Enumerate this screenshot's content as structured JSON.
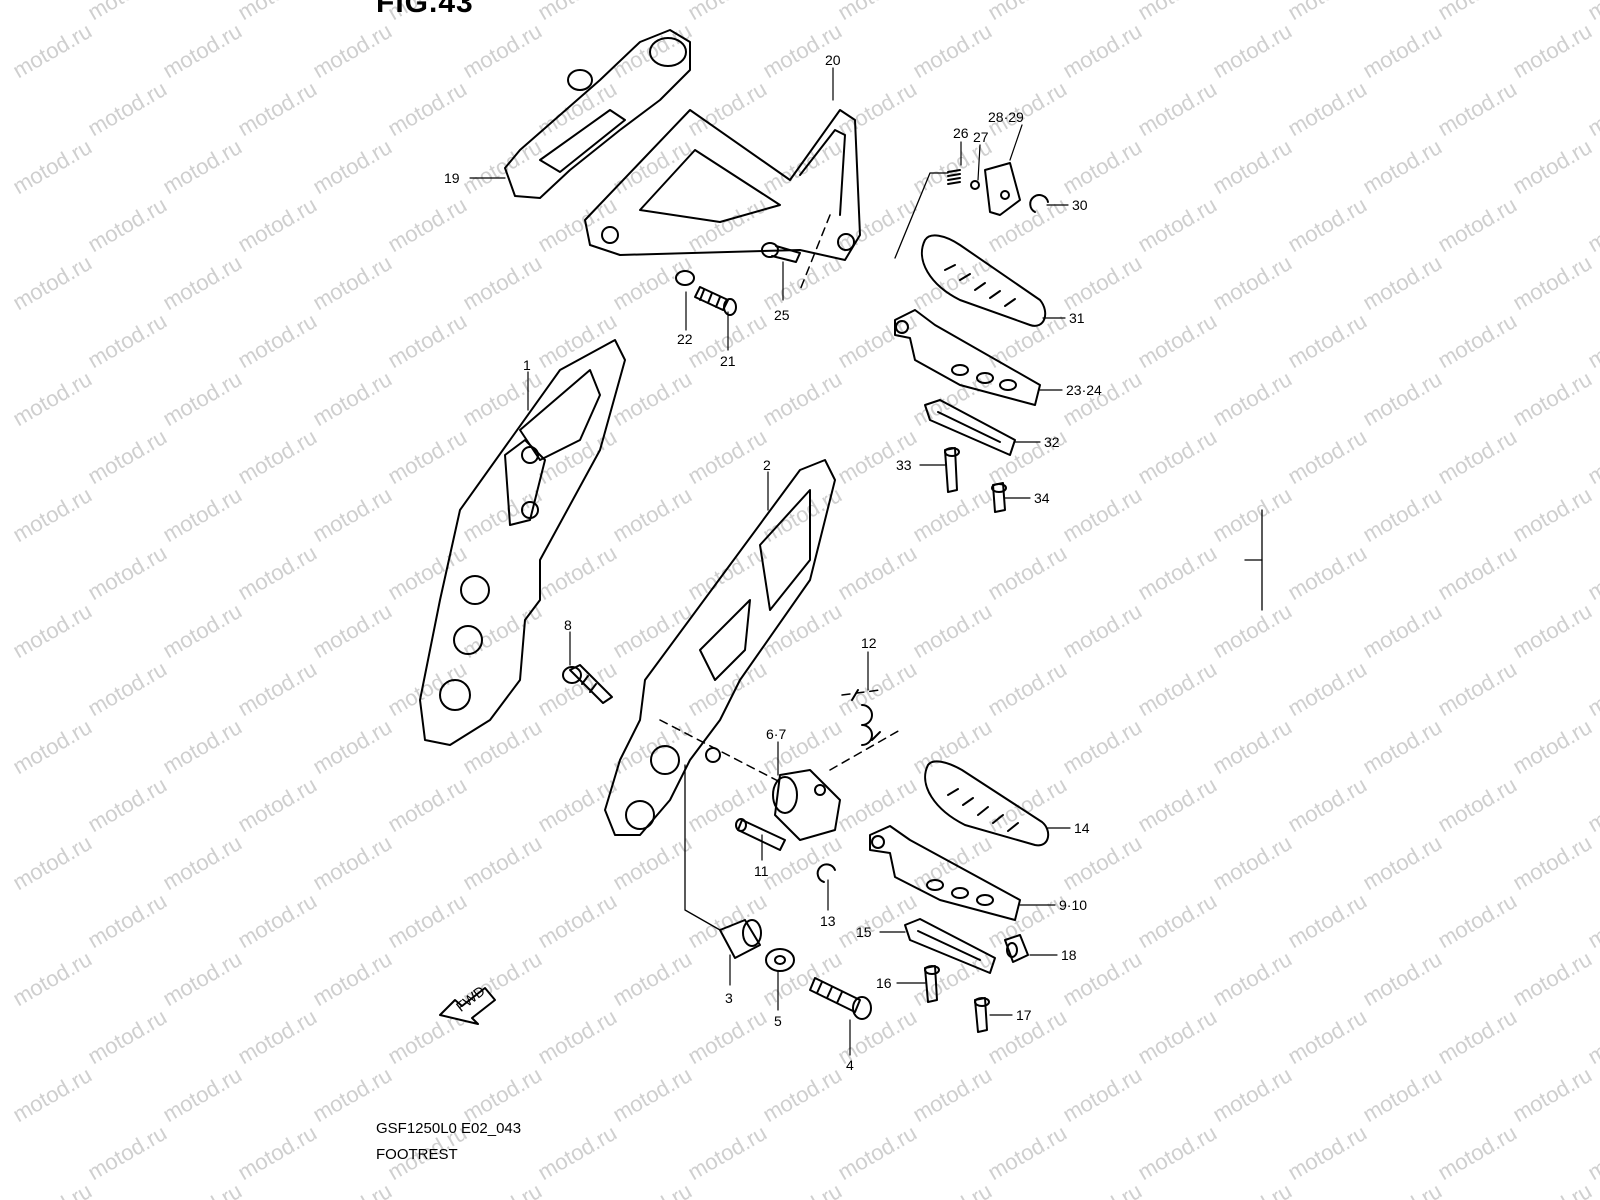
{
  "figure": {
    "title": "FIG.43",
    "model_code": "GSF1250L0 E02_043",
    "name": "FOOTREST"
  },
  "watermark": "motod.ru",
  "arrow_label": "FWD",
  "callouts": {
    "c1": "1",
    "c2": "2",
    "c3": "3",
    "c4": "4",
    "c5": "5",
    "c6_7": "6·7",
    "c8": "8",
    "c9_10": "9·10",
    "c11": "11",
    "c12": "12",
    "c13": "13",
    "c14": "14",
    "c15": "15",
    "c16": "16",
    "c17": "17",
    "c18": "18",
    "c19": "19",
    "c20": "20",
    "c21": "21",
    "c22": "22",
    "c23_24": "23·24",
    "c25": "25",
    "c26": "26",
    "c27": "27",
    "c28_29": "28·29",
    "c30": "30",
    "c31": "31",
    "c32": "32",
    "c33": "33",
    "c34": "34"
  },
  "colors": {
    "ink": "#000000",
    "watermark": "#cfcfcf",
    "background": "#ffffff"
  }
}
